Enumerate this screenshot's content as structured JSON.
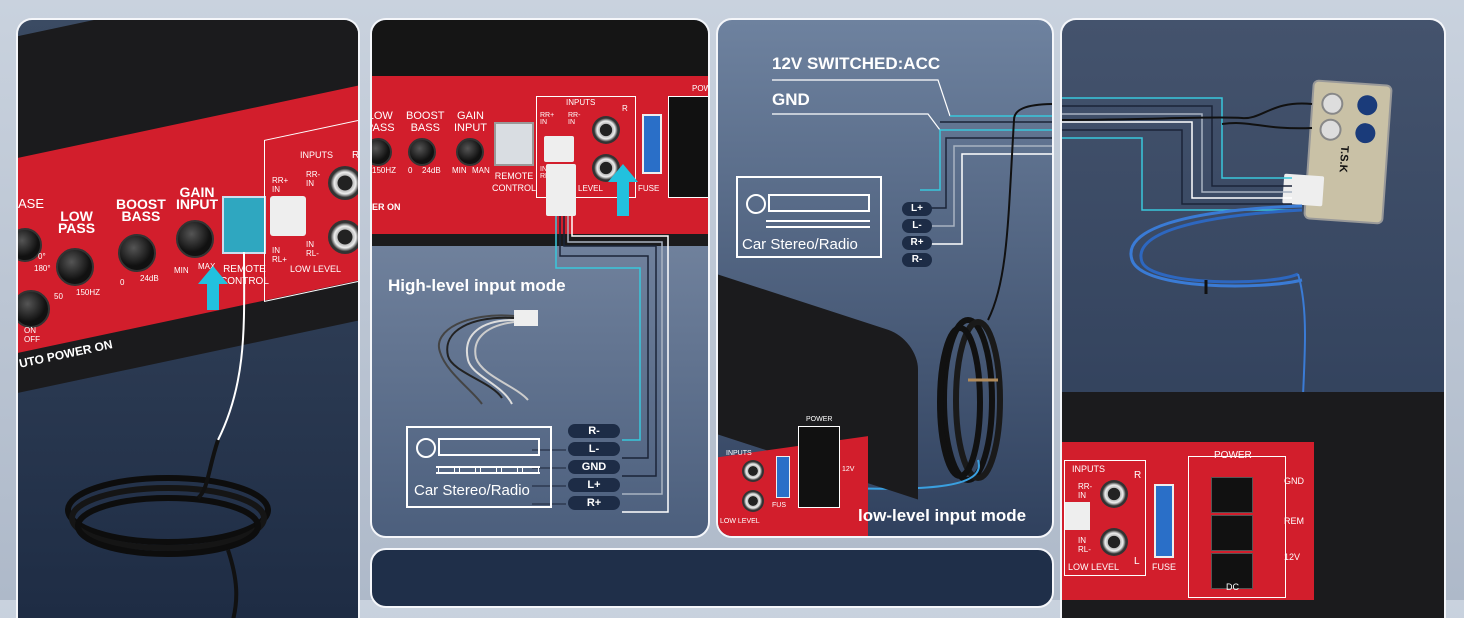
{
  "panel1": {
    "amp_labels": {
      "phase": "ASE",
      "phase_deg": "0°",
      "phase_180": "180°",
      "low_pass": "LOW\nPASS",
      "boost_bass": "BOOST\nBASS",
      "gain_input": "GAIN\nINPUT",
      "remote_control": "REMOTE\nCONTROL",
      "inputs": "INPUTS",
      "rr_in": "RR+\nIN",
      "rr_minus_in": "RR-\nIN",
      "in_rl_plus": "IN\nRL+",
      "in_rl_minus": "IN\nRL-",
      "low_level": "LOW LEVEL",
      "r": "R",
      "lp_min": "50",
      "lp_max": "150HZ",
      "bb_min": "0",
      "bb_max": "24dB",
      "gain_min": "MIN",
      "gain_max": "MAX",
      "on_off": "ON\nOFF",
      "auto_power": "UTO POWER ON"
    }
  },
  "panel2": {
    "amp_labels": {
      "low_pass": "LOW\nPASS",
      "boost_bass": "BOOST\nBASS",
      "gain_input": "GAIN\nINPUT",
      "lp_max": "150HZ",
      "bb_min": "0",
      "bb_max": "24dB",
      "gain_min": "MIN",
      "gain_max": "MAN",
      "remote_control": "REMOTE\nCONTROL",
      "inputs": "INPUTS",
      "r": "R",
      "rr_plus_in": "RR+\nIN",
      "rr_minus_in": "RR-\nIN",
      "in_rl": "IN\nRL+",
      "level": "LEVEL",
      "fuse": "FUSE",
      "power": "POW",
      "er_on": "ER ON"
    },
    "mode_title": "High-level input mode",
    "stereo_caption": "Car Stereo/Radio",
    "terminals": [
      "R-",
      "L-",
      "GND",
      "L+",
      "R+"
    ]
  },
  "panel3": {
    "acc_label": "12V SWITCHED:ACC",
    "gnd_label": "GND",
    "stereo_caption": "Car Stereo/Radio",
    "terminals": [
      "L+",
      "L-",
      "R+",
      "R-"
    ],
    "mode_title": "low-level input mode",
    "amp_labels": {
      "inputs": "INPUTS",
      "power": "POWER",
      "low_level": "LOW LEVEL",
      "fuse": "FUS",
      "v12": "12V"
    }
  },
  "panel4": {
    "converter_label": "T.S.K",
    "amp_labels": {
      "inputs": "INPUTS",
      "r": "R",
      "rr_in": "RR-\nIN",
      "in_rl": "IN\nRL-",
      "low_level": "LOW LEVEL",
      "fuse": "FUSE",
      "power": "POWER",
      "gnd": "GND",
      "rem": "REM",
      "v12": "12V",
      "dc": "DC",
      "l": "L"
    }
  },
  "colors": {
    "amp_red": "#d21e2c",
    "wire_cyan": "#39c7dc",
    "wire_white": "#ffffff",
    "wire_gray": "#a9b3c2",
    "wire_dark": "#1b2438",
    "arrow": "#22c1de"
  }
}
